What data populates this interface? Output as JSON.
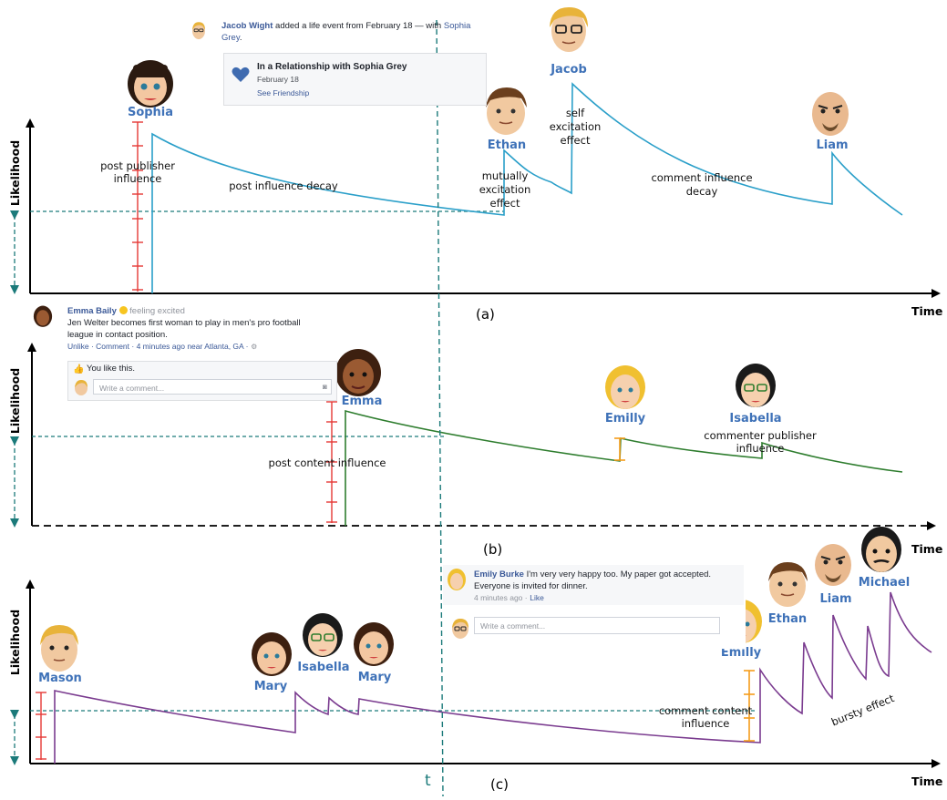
{
  "axes": {
    "ylabel": "Likelihood",
    "xlabel": "Time",
    "t_label": "t",
    "panel_labels": [
      "(a)",
      "(b)",
      "(c)"
    ]
  },
  "post_a": {
    "name": "Jacob Wight",
    "text1": "added a life event from February 18 — with",
    "text2a": "Sophia",
    "text2b": "Grey",
    "card_title": "In a Relationship with Sophia Grey",
    "card_date": "February 18",
    "card_link": "See Friendship"
  },
  "post_b": {
    "name": "Emma Baily",
    "feeling": "feeling excited",
    "text1": "Jen Welter becomes first woman to play in men's pro football",
    "text2": "league in contact position.",
    "actions": "Unlike · Comment · 4 minutes ago near Atlanta, GA ·",
    "likes": "You like this.",
    "comment_placeholder": "Write a comment..."
  },
  "post_c": {
    "name": "Emily Burke",
    "text1": "I'm very very happy too. My paper got accepted.",
    "text2": "Everyone is invited for dinner.",
    "time": "4 minutes ago ·",
    "like": "Like",
    "comment_placeholder": "Write a comment..."
  },
  "persons": {
    "sophia": "Sophia",
    "ethan": "Ethan",
    "jacob": "Jacob",
    "liam": "Liam",
    "emma": "Emma",
    "emilly": "Emilly",
    "isabella": "Isabella",
    "mason": "Mason",
    "mary": "Mary",
    "michael": "Michael"
  },
  "annotations": {
    "post_publisher_influence": [
      "post publisher",
      "influence"
    ],
    "post_influence_decay": "post influence decay",
    "mutually_excitation_effect": [
      "mutually",
      "excitation",
      "effect"
    ],
    "self_excitation_effect": [
      "self",
      "excitation",
      "effect"
    ],
    "comment_influence_decay": [
      "comment influence",
      "decay"
    ],
    "post_content_influence": "post  content influence",
    "commenter_publisher_influence": [
      "commenter publisher",
      "influence"
    ],
    "comment_content_influence": [
      "comment  content",
      "influence"
    ],
    "bursty_effect": "bursty effect"
  },
  "colors": {
    "curve_a": "#2a9fc9",
    "curve_b": "#2e7d2e",
    "curve_c": "#7a3b8f",
    "marker_red": "#e53935",
    "marker_orange": "#f59c1a",
    "dashed_teal": "#1b7a7a",
    "name_blue": "#3f72b8",
    "fb_blue": "#3b5998"
  }
}
